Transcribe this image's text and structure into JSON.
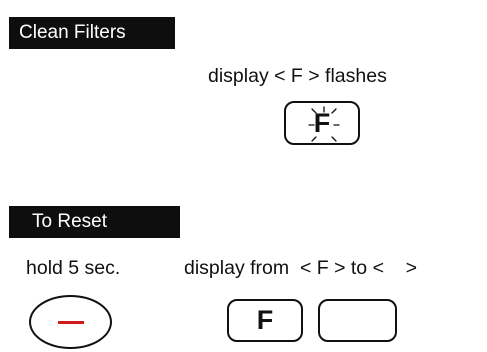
{
  "clean_filters": {
    "header": "Clean Filters",
    "description": "display < F > flashes",
    "display_char": "F"
  },
  "reset": {
    "header": "To Reset",
    "hold_instruction": "hold 5 sec.",
    "display_change": "display from  < F > to <    >",
    "from_char": "F",
    "to_char": "",
    "minus_icon": "minus-icon",
    "minus_color": "#d11a1a"
  }
}
